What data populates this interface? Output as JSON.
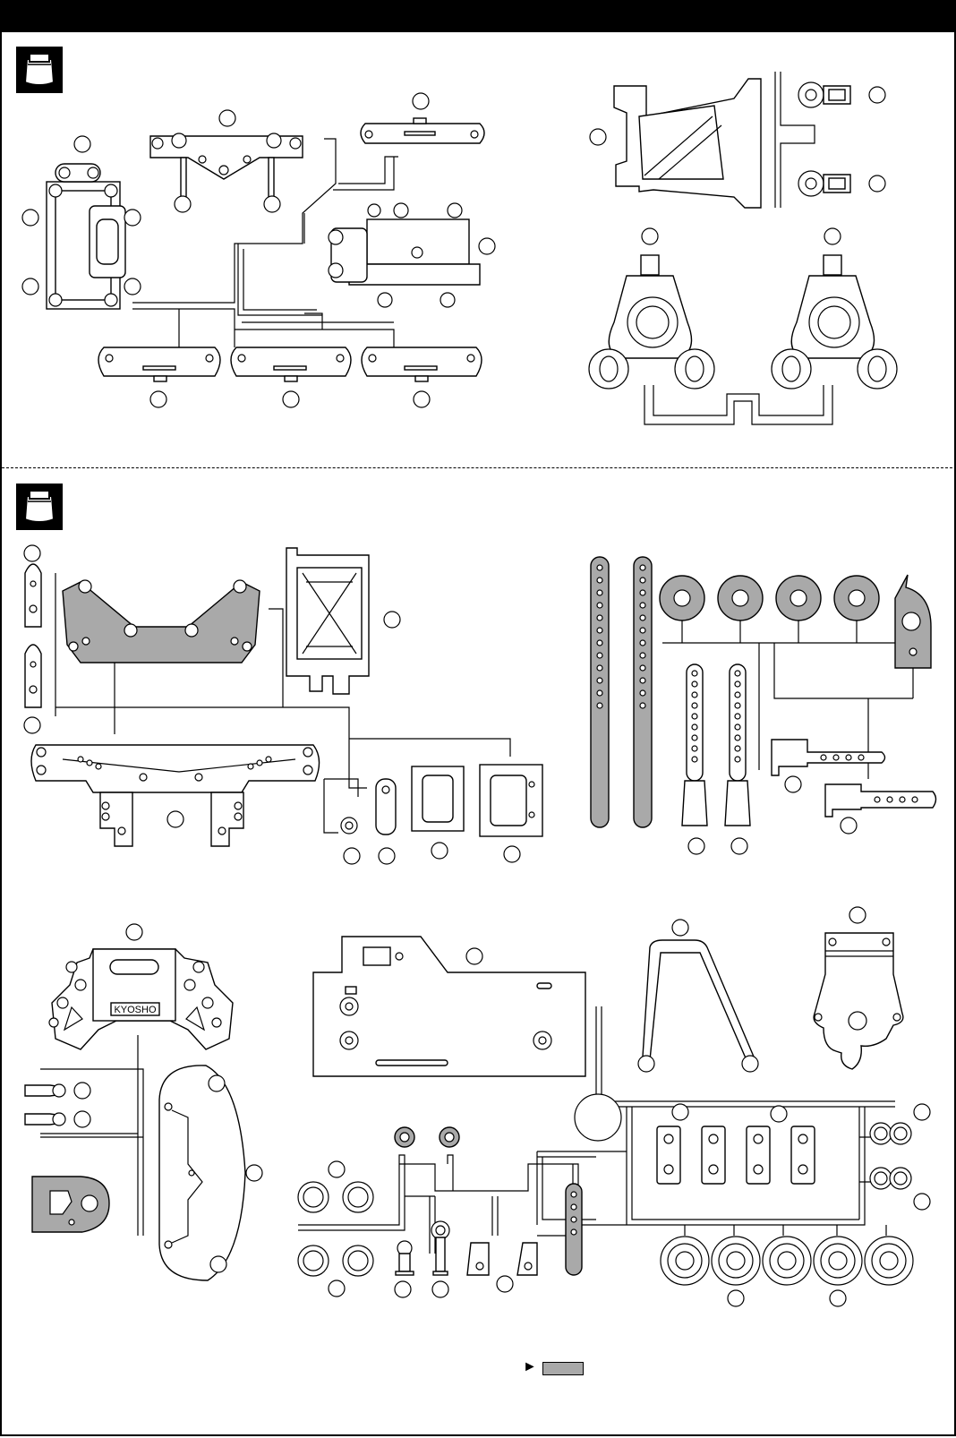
{
  "page": {
    "sections": [
      {
        "id": "top-parts-tree",
        "icon": "parts-bag-icon"
      },
      {
        "id": "bottom-parts-tree",
        "icon": "parts-bag-icon"
      }
    ],
    "labels": {
      "kyosho_mark": "KYOSHO"
    },
    "legend": {
      "icon": "arrow-right-icon",
      "swatch_color": "#a9a9a9"
    },
    "colors": {
      "ink": "#000000",
      "gray_part": "#a9a9a9",
      "paper": "#ffffff"
    }
  }
}
